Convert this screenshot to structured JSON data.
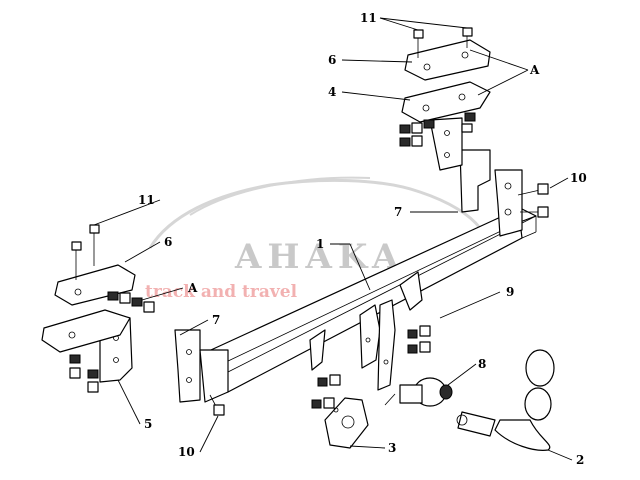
{
  "watermark": {
    "brand": "AHAKA",
    "tagline": "track and travel"
  },
  "callouts": [
    {
      "id": "c1",
      "text": "1"
    },
    {
      "id": "c2",
      "text": "2"
    },
    {
      "id": "c3",
      "text": "3"
    },
    {
      "id": "c4",
      "text": "4"
    },
    {
      "id": "c5",
      "text": "5"
    },
    {
      "id": "c6a",
      "text": "6"
    },
    {
      "id": "c6b",
      "text": "6"
    },
    {
      "id": "c7a",
      "text": "7"
    },
    {
      "id": "c7b",
      "text": "7"
    },
    {
      "id": "c8",
      "text": "8"
    },
    {
      "id": "c9",
      "text": "9"
    },
    {
      "id": "c10a",
      "text": "10"
    },
    {
      "id": "c10b",
      "text": "10"
    },
    {
      "id": "c11a",
      "text": "11"
    },
    {
      "id": "c11b",
      "text": "11"
    },
    {
      "id": "cAa",
      "text": "A"
    },
    {
      "id": "cAb",
      "text": "A"
    }
  ],
  "colors": {
    "line": "#000000",
    "watermark_gray": "#c9c9c9",
    "watermark_red": "#f2b1b1"
  }
}
